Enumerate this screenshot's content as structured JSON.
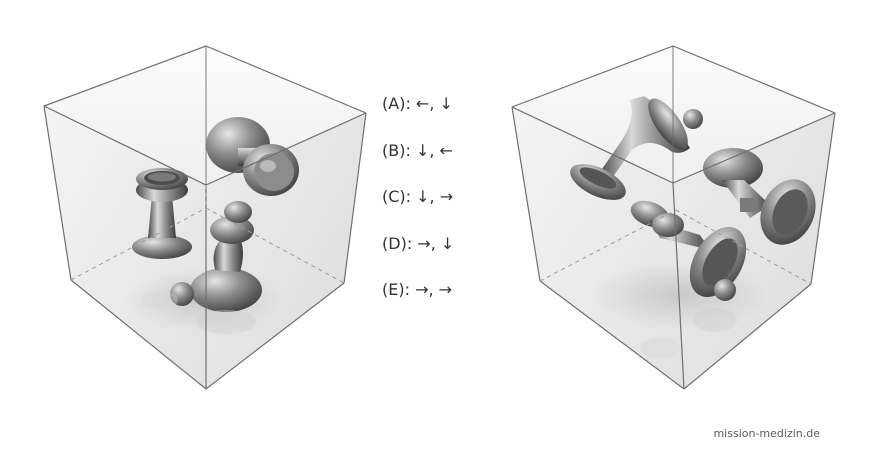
{
  "options": [
    {
      "letter": "(A)",
      "moves": "←, ↓"
    },
    {
      "letter": "(B)",
      "moves": "↓, ←"
    },
    {
      "letter": "(C)",
      "moves": "↓, →"
    },
    {
      "letter": "(D)",
      "moves": "→, ↓"
    },
    {
      "letter": "(E)",
      "moves": "→, →"
    }
  ],
  "watermark": "mission-medizin.de",
  "colors": {
    "edge": "#6f6f6f",
    "metal": "#8a8a8a",
    "metal_dark": "#3e3e3e"
  }
}
